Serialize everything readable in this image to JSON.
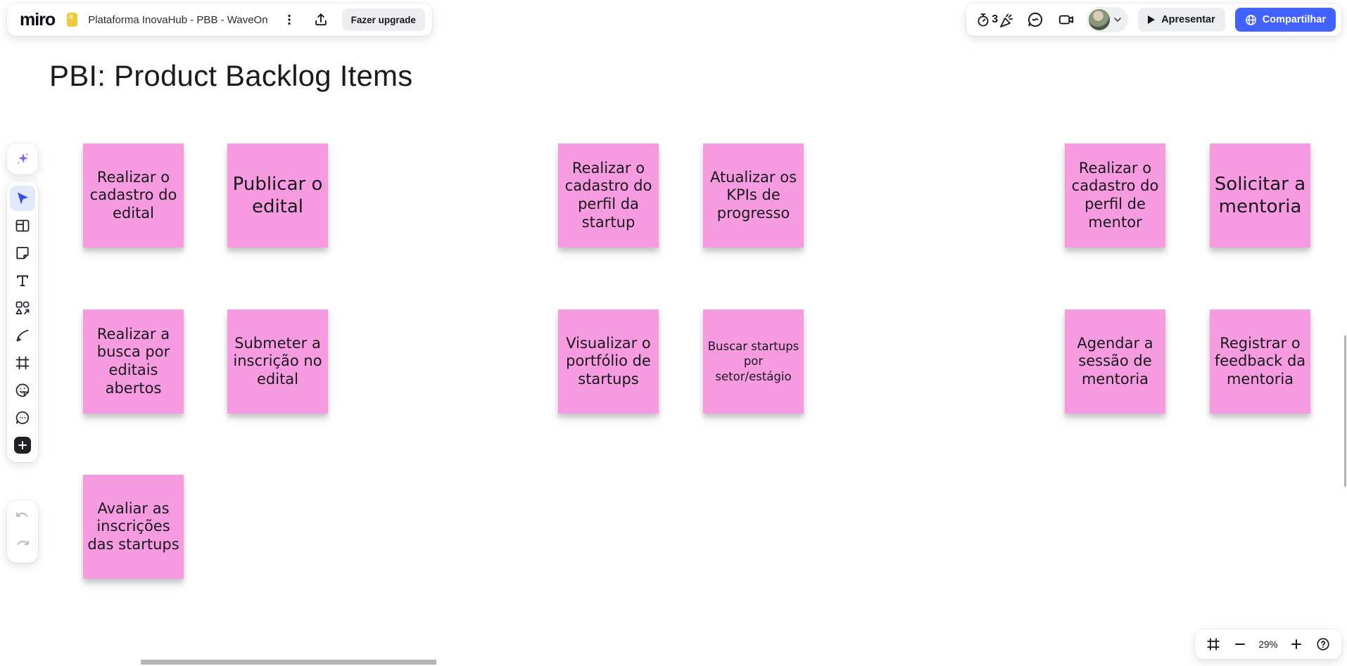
{
  "header": {
    "logo_text": "miro",
    "board_title": "Plataforma InovaHub - PBB - WaveOn",
    "upgrade_button": "Fazer upgrade",
    "timer_count": "3",
    "present_button": "Apresentar",
    "share_button": "Compartilhar"
  },
  "canvas": {
    "title": "PBI: Product Backlog Items",
    "notes": [
      {
        "text": "Realizar o cadastro do edital"
      },
      {
        "text": "Publicar o edital"
      },
      {
        "text": "Realizar o cadastro do perfil da startup"
      },
      {
        "text": "Atualizar os KPIs de progresso"
      },
      {
        "text": "Realizar o cadastro do perfil de mentor"
      },
      {
        "text": "Solicitar a mentoria"
      },
      {
        "text": "Realizar a busca por editais abertos"
      },
      {
        "text": "Submeter a inscrição no edital"
      },
      {
        "text": "Visualizar o portfólio de startups"
      },
      {
        "text": "Buscar startups por setor/estágio"
      },
      {
        "text": "Agendar a sessão de mentoria"
      },
      {
        "text": "Registrar o feedback da mentoria"
      },
      {
        "text": "Avaliar as inscrições das startups"
      }
    ]
  },
  "zoom_controls": {
    "zoom_level": "29%"
  },
  "colors": {
    "accent_blue": "#4262ff",
    "sticky_pink": "#f79be1",
    "selected_tool_bg": "#e3e9fd",
    "board_chip_yellow": "#f0c93c"
  }
}
